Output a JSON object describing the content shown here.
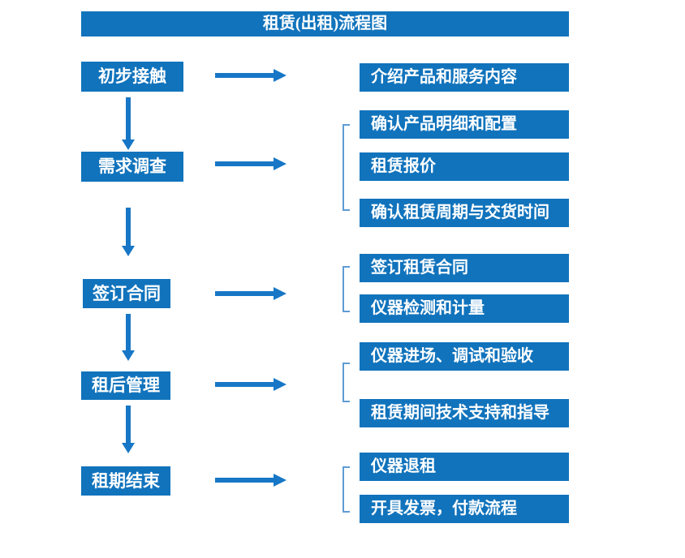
{
  "title": "租赁(出租)流程图",
  "colors": {
    "primary": "#1173BC",
    "arrow": "#1777C6",
    "bracket": "#5E9CD3",
    "text-on-primary": "#FFFFFF",
    "page-bg": "#FFFFFF"
  },
  "stages": [
    {
      "label": "初步接触",
      "outputs": [
        "介绍产品和服务内容"
      ]
    },
    {
      "label": "需求调查",
      "outputs": [
        "确认产品明细和配置",
        "租赁报价",
        "确认租赁周期与交货时间"
      ]
    },
    {
      "label": "签订合同",
      "outputs": [
        "签订租赁合同",
        "仪器检测和计量"
      ]
    },
    {
      "label": "租后管理",
      "outputs": [
        "仪器进场、调试和验收",
        "租赁期间技术支持和指导"
      ]
    },
    {
      "label": "租期结束",
      "outputs": [
        "仪器退租",
        "开具发票，付款流程"
      ]
    }
  ]
}
